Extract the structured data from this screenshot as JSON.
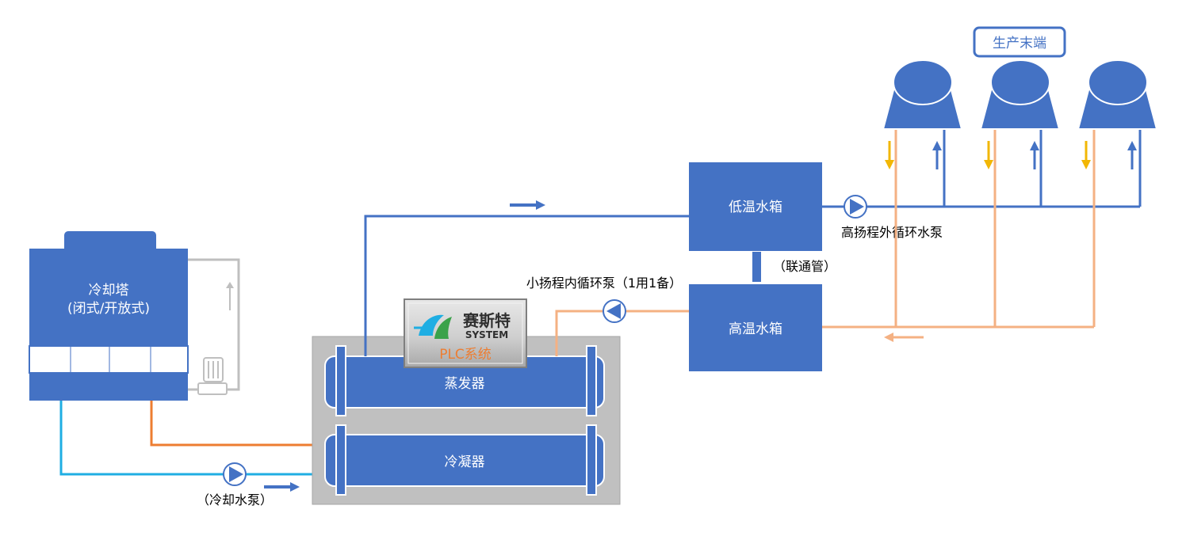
{
  "cooling_tower": {
    "title": "冷却塔",
    "subtitle": "(闭式/开放式)"
  },
  "chiller": {
    "evaporator": "蒸发器",
    "condenser": "冷凝器",
    "plc": {
      "brand": "赛斯特",
      "brand_en": "SYSTEM",
      "label": "PLC系统"
    }
  },
  "low_temp_tank": "低温水箱",
  "high_temp_tank": "高温水箱",
  "connecting_pipe": "（联通管）",
  "inner_pump": "小扬程内循环泵（1用1备）",
  "outer_pump": "高扬程外循环水泵",
  "cooling_pump": "（冷却水泵）",
  "production_end": "生产末端",
  "colors": {
    "blue": "#4472c4",
    "light_blue": "#1faee3",
    "orange": "#ed7d31",
    "peach": "#f4b183",
    "gold": "#f2b705",
    "gray_box": "#c0c0c0",
    "gray_line": "#bfbfbf"
  }
}
